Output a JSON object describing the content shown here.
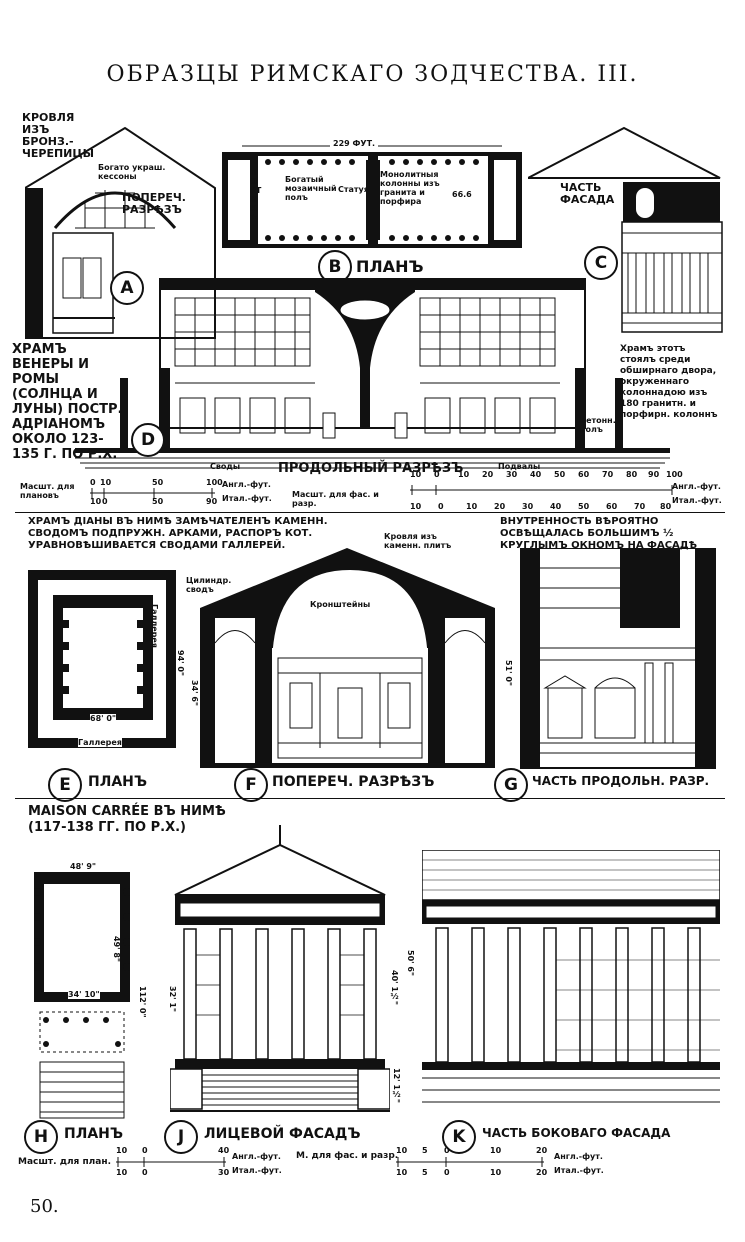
{
  "page": {
    "title": "ОБРАЗЦЫ РИМСКАГО ЗОДЧЕСТВА. III.",
    "page_number": "50."
  },
  "venus_roma": {
    "letters": {
      "a": "A",
      "b": "B",
      "c": "C",
      "d": "D"
    },
    "roof_label": "Кровля изъ бронз.-черепицы",
    "coffers_label": "Богато украш. кессоны",
    "section_label_a": "Попереч. разрѣзъ",
    "plan_label": "Планъ",
    "plan_dim": "229 ФУТ.",
    "plan_portico": "ПОРТИКЪ",
    "plan_mosaic": "Богатый мозаичный полъ",
    "plan_statue": "Статуя",
    "plan_monolith": "Монолитныя колонны изъ гранита и порфира",
    "plan_dim_side": "66.6",
    "facade_label": "Часть фасада",
    "temple_name": "Храмъ Венеры и Ромы (Солнца и Луны) постр. Адріаномъ около 123-135 г. по Р.Х.",
    "court_note": "Храмъ этотъ стоялъ среди обширнаго двора, окруженнаго колоннадою изъ 180 гранитн. и порфирн. колоннъ",
    "concrete_floor": "Бетонн. полъ",
    "vaults": "Своды",
    "long_section": "Продольный разрѣзъ",
    "basements": "Подвалы",
    "scale_plans": "Масшт. для плановъ",
    "scale_facades": "Масшт. для фас. и разр.",
    "engl_ft": "Англ.-фут.",
    "ital_ft": "Итал.-фут.",
    "scale1_top": [
      "0",
      "10",
      "50",
      "100"
    ],
    "scale1_bottom": [
      "10",
      "0",
      "50",
      "90"
    ],
    "scale2_top": [
      "10",
      "0",
      "10",
      "20",
      "30",
      "40",
      "50",
      "60",
      "70",
      "80",
      "90",
      "100"
    ],
    "scale2_bottom": [
      "10",
      "0",
      "10",
      "20",
      "30",
      "40",
      "50",
      "60",
      "70",
      "80"
    ]
  },
  "diana": {
    "letters": {
      "e": "E",
      "f": "F",
      "g": "G"
    },
    "heading": "Храмъ Діаны въ Нимѣ замѣчателенъ каменн. сводомъ подпружн. арками, распоръ кот. уравновѣшивается сводами галлерей.",
    "light_note": "Внутренность вѣроятно освѣщалась большимъ ½ круглымъ окномъ на фасадѣ",
    "stone_roof": "Кровля изъ каменн. плитъ",
    "cyl_vault": "Цилиндр. сводъ",
    "consoles": "Кронштейны",
    "gallery": "Галлерея",
    "dim_94": "94' 0\"",
    "dim_68": "68' 0\"",
    "dim_34": "34' 6\"",
    "dim_51": "51' 0\"",
    "cap_e": "Планъ",
    "cap_f": "Попереч. разрѣзъ",
    "cap_g": "Часть продольн. разр."
  },
  "maison": {
    "letters": {
      "h": "H",
      "j": "J",
      "k": "K"
    },
    "heading": "MAISON CARRÉE въ Нимѣ (117-138 гг. по Р.Х.)",
    "dim_48": "48' 9\"",
    "dim_49": "49' 8\"",
    "dim_34": "34' 10\"",
    "dim_112": "112' 0\"",
    "dim_32": "32' 1\"",
    "dim_40": "40' 1½\"",
    "dim_12": "12' 1½\"",
    "dim_50": "50' 6\"",
    "cap_h": "Планъ",
    "cap_j": "Лицевой фасадъ",
    "cap_k": "Часть боковаго фасада",
    "scale_plan": "Масшт. для план.",
    "scale_fac": "М. для фас. и разр.",
    "engl_ft": "Англ.-фут.",
    "ital_ft": "Итал.-фут.",
    "sc1_top": [
      "10",
      "0",
      "40"
    ],
    "sc1_bottom": [
      "10",
      "0",
      "30"
    ],
    "sc2_top": [
      "10",
      "5",
      "0",
      "10",
      "20"
    ],
    "sc2_bottom": [
      "10",
      "5",
      "0",
      "10",
      "20"
    ]
  }
}
